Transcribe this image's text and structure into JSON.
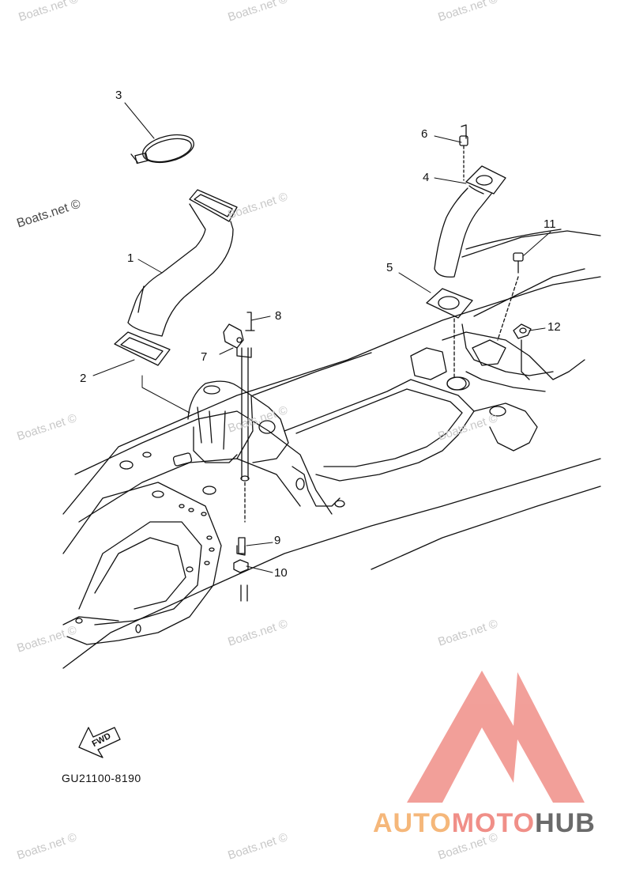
{
  "watermarks": {
    "main": "Boats.net ©",
    "tiles": [
      "Boats.net ©",
      "Boats.net ©",
      "Boats.net ©",
      "Boats.net ©",
      "Boats.net ©",
      "Boats.net ©",
      "Boats.net ©",
      "Boats.net ©",
      "Boats.net ©",
      "Boats.net ©",
      "Boats.net ©",
      "Boats.net ©",
      "Boats.net ©"
    ]
  },
  "callouts": {
    "c1": "1",
    "c2": "2",
    "c3": "3",
    "c4": "4",
    "c5": "5",
    "c6": "6",
    "c7": "7",
    "c8": "8",
    "c9": "9",
    "c10": "10",
    "c11": "11",
    "c12": "12"
  },
  "fwd_label": "FWD",
  "diagram_code": "GU21100-8190",
  "brand": {
    "part1": "AUTO",
    "part2": "MOTO",
    "part3": "HUB"
  },
  "colors": {
    "line": "#111111",
    "watermark": "#c8c8c8",
    "logo_red": "#f08f88",
    "logo_orange": "#f5b77a",
    "logo_gray": "#6a6a6a"
  }
}
